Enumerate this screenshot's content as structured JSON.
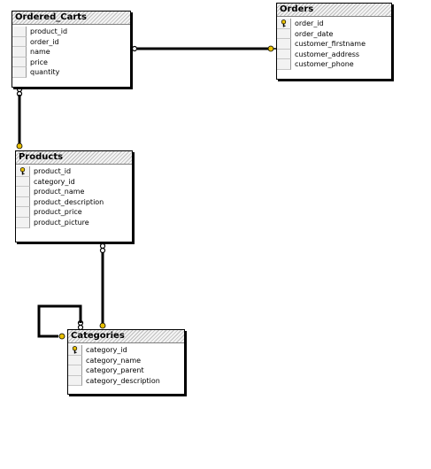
{
  "tables": {
    "ordered_carts": {
      "title": "Ordered_Carts",
      "columns": [
        {
          "name": "product_id",
          "key": false
        },
        {
          "name": "order_id",
          "key": false
        },
        {
          "name": "name",
          "key": false
        },
        {
          "name": "price",
          "key": false
        },
        {
          "name": "quantity",
          "key": false
        }
      ]
    },
    "orders": {
      "title": "Orders",
      "columns": [
        {
          "name": "order_id",
          "key": true
        },
        {
          "name": "order_date",
          "key": false
        },
        {
          "name": "customer_firstname",
          "key": false
        },
        {
          "name": "customer_address",
          "key": false
        },
        {
          "name": "customer_phone",
          "key": false
        }
      ]
    },
    "products": {
      "title": "Products",
      "columns": [
        {
          "name": "product_id",
          "key": true
        },
        {
          "name": "category_id",
          "key": false
        },
        {
          "name": "product_name",
          "key": false
        },
        {
          "name": "product_description",
          "key": false
        },
        {
          "name": "product_price",
          "key": false
        },
        {
          "name": "product_picture",
          "key": false
        }
      ]
    },
    "categories": {
      "title": "Categories",
      "columns": [
        {
          "name": "category_id",
          "key": true
        },
        {
          "name": "category_name",
          "key": false
        },
        {
          "name": "category_parent",
          "key": false
        },
        {
          "name": "category_description",
          "key": false
        }
      ]
    }
  },
  "colors": {
    "line": "#000000",
    "key": "#e8c000"
  },
  "icons": {
    "primary_key": "key-icon",
    "many_end": "infinity-icon",
    "one_end": "key-icon"
  }
}
